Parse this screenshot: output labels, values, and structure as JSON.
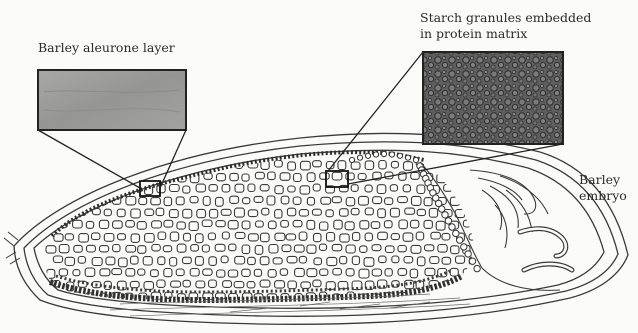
{
  "labels": {
    "aleurone": "Barley aleurone layer",
    "starch_line1": "Starch granules embedded",
    "starch_line2": "in protein matrix",
    "embryo_line1": "Barley",
    "embryo_line2": "embryo"
  },
  "colors": {
    "ink": "#3a3a3a",
    "paper": "#fbfbfa",
    "aleurone_photo": "#9a9a98",
    "starch_photo": "#6b6b6b"
  }
}
